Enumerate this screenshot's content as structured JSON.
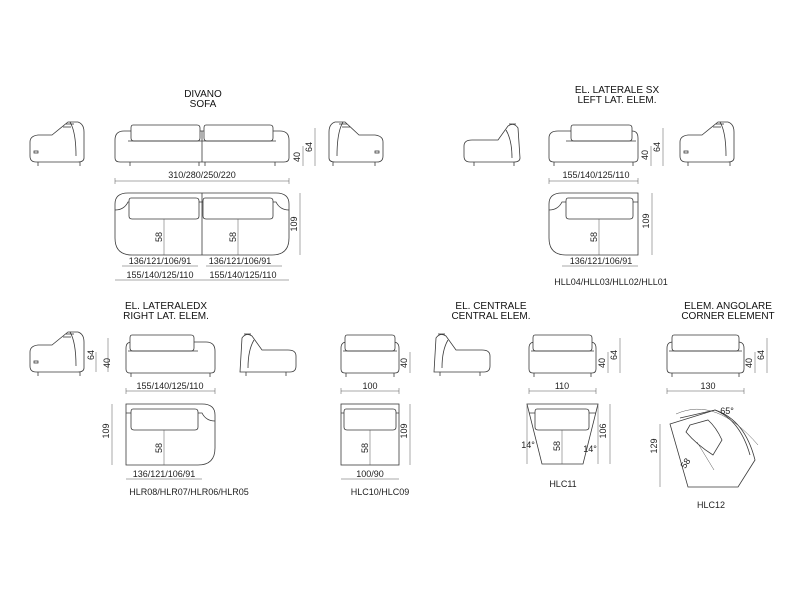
{
  "groups": {
    "sofa": {
      "title_it": "DIVANO",
      "title_en": "SOFA",
      "width": "310/280/250/220",
      "height_seat": "40",
      "height_back": "64",
      "depth": "109",
      "seat_depth_left": "58",
      "seat_depth_right": "58",
      "seat_width_left": "136/121/106/91",
      "seat_width_right": "136/121/106/91",
      "module_left": "155/140/125/110",
      "module_right": "155/140/125/110"
    },
    "left_lat": {
      "title_it": "EL. LATERALE SX",
      "title_en": "LEFT LAT. ELEM.",
      "width": "155/140/125/110",
      "height_seat": "40",
      "height_back": "64",
      "depth": "109",
      "seat_depth": "58",
      "seat_width": "136/121/106/91",
      "codes": "HLL04/HLL03/HLL02/HLL01"
    },
    "right_lat": {
      "title_it": "EL. LATERALEDX",
      "title_en": "RIGHT LAT. ELEM.",
      "width": "155/140/125/110",
      "height_seat": "40",
      "height_back": "64",
      "depth": "109",
      "seat_depth": "58",
      "seat_width": "136/121/106/91",
      "codes": "HLR08/HLR07/HLR06/HLR05"
    },
    "central": {
      "title_it": "EL. CENTRALE",
      "title_en": "CENTRAL ELEM.",
      "width_a": "100",
      "height_seat_a": "40",
      "depth_a": "109",
      "seat_depth_a": "58",
      "seat_width_a": "100/90",
      "codes_a": "HLC10/HLC09",
      "width_b": "110",
      "height_seat_b": "40",
      "height_back_b": "64",
      "depth_b": "106",
      "seat_depth_b": "58",
      "angle_left": "14°",
      "angle_right": "14°",
      "codes_b": "HLC11"
    },
    "corner": {
      "title_it": "ELEM. ANGOLARE",
      "title_en": "CORNER ELEMENT",
      "width": "130",
      "height_seat": "40",
      "height_back": "64",
      "depth": "129",
      "seat_depth": "58",
      "angle": "65°",
      "codes": "HLC12"
    }
  }
}
